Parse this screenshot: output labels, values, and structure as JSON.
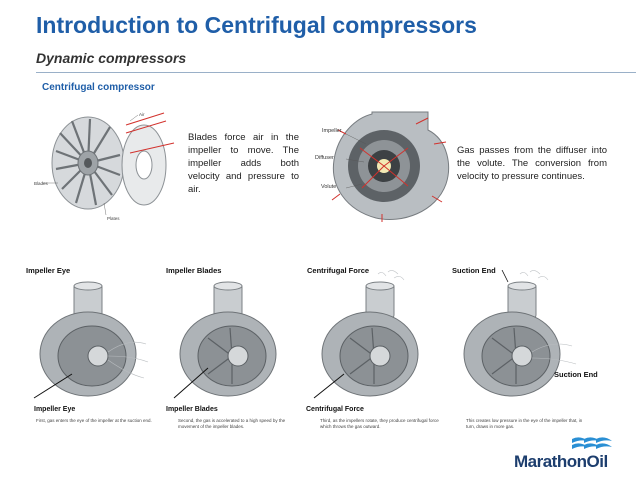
{
  "slide": {
    "title": "Introduction to Centrifugal compressors",
    "subtitle": "Dynamic compressors",
    "section_label": "Centrifugal compressor"
  },
  "impeller_diagram": {
    "labels": {
      "air": "Air",
      "blades": "Blades",
      "plates": "Plates"
    }
  },
  "para1": "Blades force air in the impeller to move. The impeller adds both velocity and pressure to air.",
  "volute_diagram": {
    "labels": {
      "impeller": "Impeller",
      "diffuser": "Diffuser",
      "volute": "Volute"
    }
  },
  "para2": "Gas passes from the diffuser into the volute. The conversion from velocity to pressure continues.",
  "panels": [
    {
      "top_label": "Impeller Eye",
      "bottom_label": "Impeller Eye",
      "caption": "First, gas enters the eye of the impeller at the suction end."
    },
    {
      "top_label": "Impeller Blades",
      "bottom_label": "Impeller Blades",
      "caption": "Second, the gas is accelerated to a high speed by the movement of the impeller blades."
    },
    {
      "top_label": "Centrifugal Force",
      "bottom_label": "Centrifugal Force",
      "caption": "Third, as the impellers rotate, they produce centrifugal force which throws the gas outward."
    },
    {
      "top_label": "Suction End",
      "bottom_label": "Suction End",
      "caption": "This creates low pressure in the eye of the impeller that, in turn, draws in more gas."
    }
  ],
  "logo": {
    "text": "MarathonOil",
    "color": "#1d3e6e"
  },
  "colors": {
    "title": "#1f5ea8",
    "accent_arrow": "#d2322d",
    "logo_wave": "#2a8fd4"
  }
}
